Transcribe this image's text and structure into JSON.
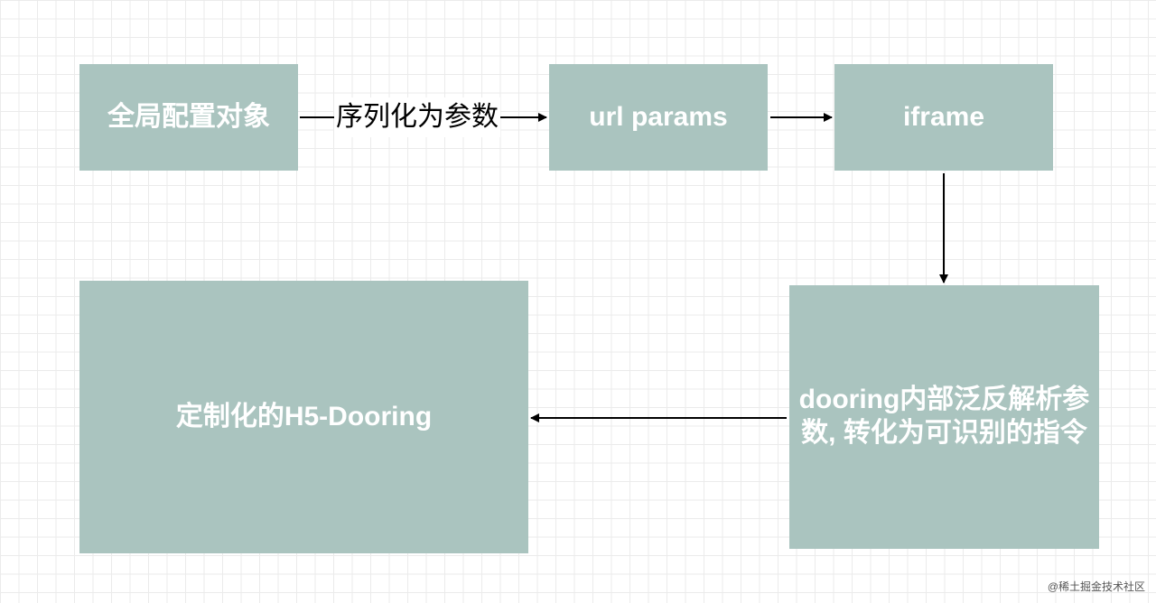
{
  "diagram": {
    "nodes": [
      {
        "id": "n1",
        "label": "全局配置对象"
      },
      {
        "id": "n2",
        "label": "url params"
      },
      {
        "id": "n3",
        "label": "iframe"
      },
      {
        "id": "n4",
        "label": "dooring内部泛反解析参数, 转化为可识别的指令"
      },
      {
        "id": "n5",
        "label": "定制化的H5-Dooring"
      }
    ],
    "edges": [
      {
        "from": "n1",
        "to": "n2",
        "label": "序列化为参数"
      },
      {
        "from": "n2",
        "to": "n3"
      },
      {
        "from": "n3",
        "to": "n4"
      },
      {
        "from": "n4",
        "to": "n5"
      }
    ],
    "colors": {
      "node_fill": "#aac4bf",
      "node_text": "#ffffff",
      "edge": "#000000"
    }
  },
  "watermark": "@稀土掘金技术社区"
}
